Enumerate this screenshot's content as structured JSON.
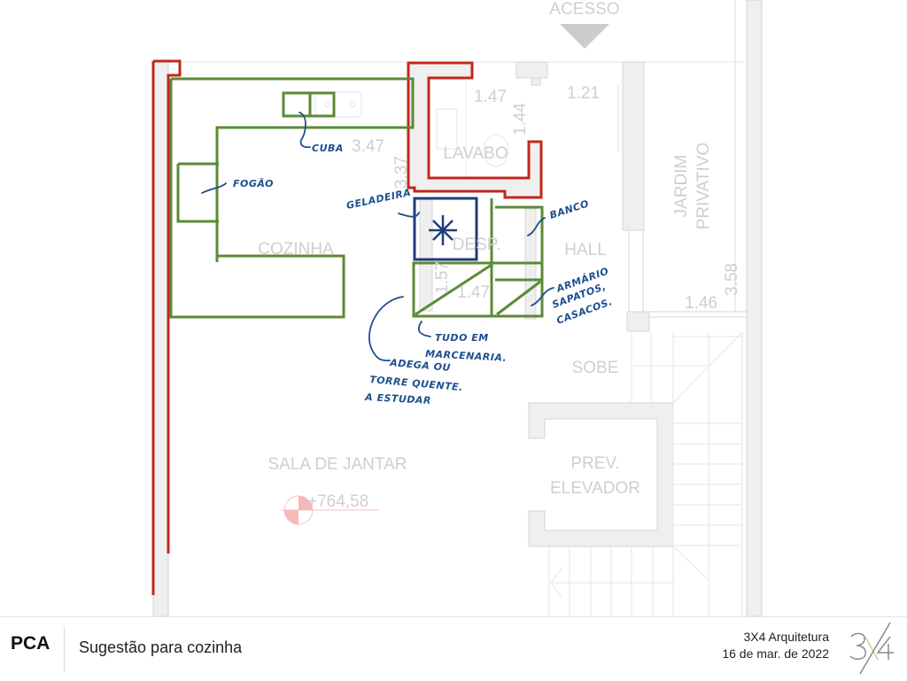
{
  "plan": {
    "access_label": "ACESSO",
    "rooms": {
      "cozinha": "COZINHA",
      "lavabo": "LAVABO",
      "desp": "DESP.",
      "hall": "HALL",
      "jardim_line1": "JARDIM",
      "jardim_line2": "PRIVATIVO",
      "sobe": "SOBE",
      "prev_line1": "PREV.",
      "prev_line2": "ELEVADOR",
      "sala_jantar": "SALA DE JANTAR"
    },
    "dimensions": {
      "cozinha_w": "3.47",
      "cozinha_h": "3.37",
      "lavabo_w": "1.47",
      "lavabo_h": "1.44",
      "hall_w": "1.21",
      "desp_h": "1.57",
      "desp_w": "1.47",
      "jardim_w": "1.46",
      "jardim_h": "3.58"
    },
    "level_mark": "+764,58",
    "annotations": {
      "cuba": "CUBA",
      "fogao": "FOGÃO",
      "geladeira": "GELADEIRA",
      "banco": "BANCO",
      "armario_line1": "ARMÁRIO",
      "armario_line2": "SAPATOS,",
      "armario_line3": "CASACOS.",
      "marcenaria_line1": "TUDO EM",
      "marcenaria_line2": "MARCENARIA.",
      "adega_line1": "ADEGA OU",
      "adega_line2": "TORRE QUENTE.",
      "adega_line3": "A ESTUDAR"
    },
    "colors": {
      "demolish_wall": "#c0281c",
      "new_joinery": "#5b8a35",
      "fridge": "#1f3d7a",
      "handwriting": "#1d4f8f",
      "existing_wall": "#efefef",
      "existing_line": "#d6d6d6",
      "label_gray": "#cfcfcf"
    }
  },
  "footer": {
    "project_code": "PCA",
    "sheet_title": "Sugestão para cozinha",
    "company": "3X4 Arquitetura",
    "date": "16 de mar. de 2022",
    "logo_text": "3X4"
  }
}
